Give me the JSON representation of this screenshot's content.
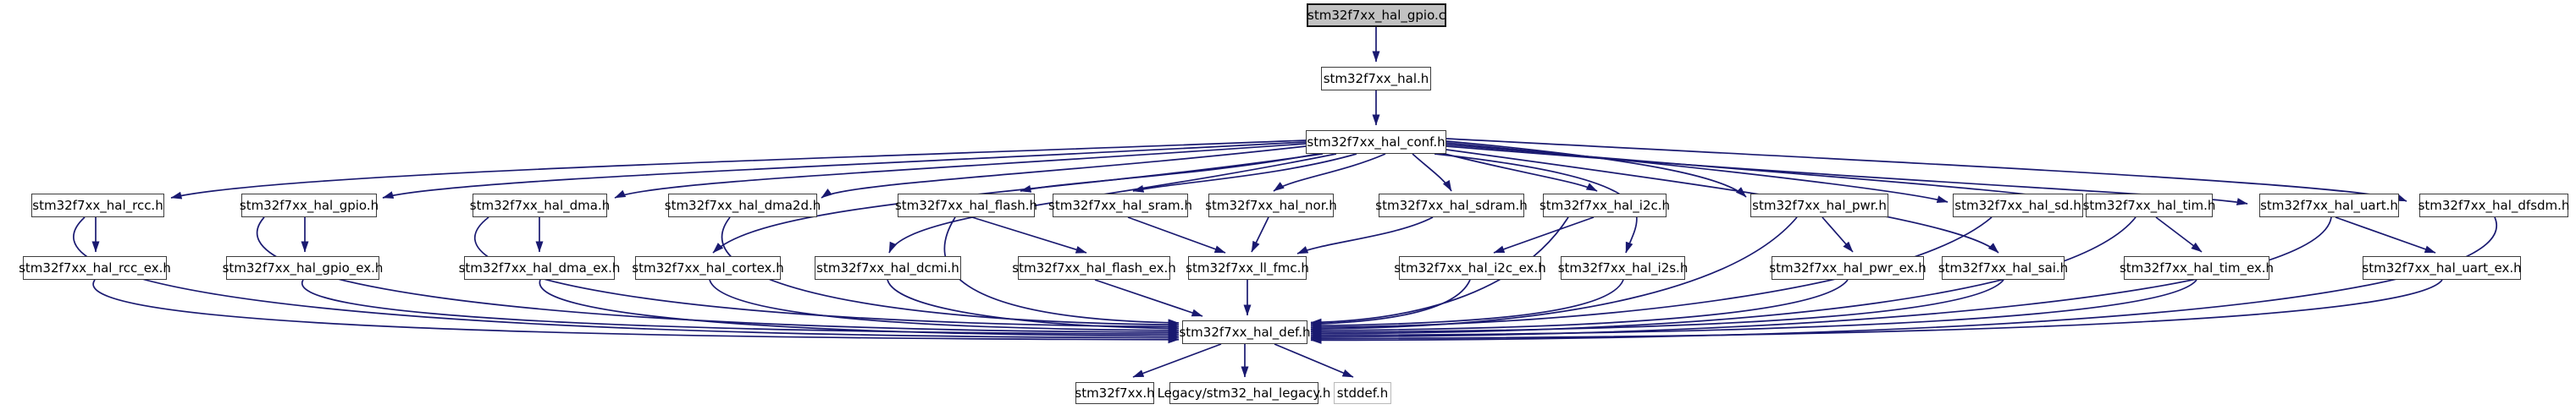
{
  "diagram": {
    "kind": "include-dependency-graph",
    "colors": {
      "edge": "#191970",
      "node_fill": "#ffffff",
      "node_border": "#3d3d3d",
      "root_fill": "#c2c2c2",
      "system_node_border": "#b9b9b9",
      "text": "#000000",
      "background": "#ffffff"
    }
  },
  "nodes": {
    "root": "stm32f7xx_hal_gpio.c",
    "hal": "stm32f7xx_hal.h",
    "conf": "stm32f7xx_hal_conf.h",
    "rcc": "stm32f7xx_hal_rcc.h",
    "gpio": "stm32f7xx_hal_gpio.h",
    "dma": "stm32f7xx_hal_dma.h",
    "dma2d": "stm32f7xx_hal_dma2d.h",
    "flash": "stm32f7xx_hal_flash.h",
    "sram": "stm32f7xx_hal_sram.h",
    "nor": "stm32f7xx_hal_nor.h",
    "sdram": "stm32f7xx_hal_sdram.h",
    "i2c": "stm32f7xx_hal_i2c.h",
    "pwr": "stm32f7xx_hal_pwr.h",
    "sd": "stm32f7xx_hal_sd.h",
    "tim": "stm32f7xx_hal_tim.h",
    "uart": "stm32f7xx_hal_uart.h",
    "dfsdm": "stm32f7xx_hal_dfsdm.h",
    "rcc_ex": "stm32f7xx_hal_rcc_ex.h",
    "gpio_ex": "stm32f7xx_hal_gpio_ex.h",
    "dma_ex": "stm32f7xx_hal_dma_ex.h",
    "cortex": "stm32f7xx_hal_cortex.h",
    "dcmi": "stm32f7xx_hal_dcmi.h",
    "flash_ex": "stm32f7xx_hal_flash_ex.h",
    "fmc": "stm32f7xx_ll_fmc.h",
    "i2c_ex": "stm32f7xx_hal_i2c_ex.h",
    "i2s": "stm32f7xx_hal_i2s.h",
    "pwr_ex": "stm32f7xx_hal_pwr_ex.h",
    "sai": "stm32f7xx_hal_sai.h",
    "tim_ex": "stm32f7xx_hal_tim_ex.h",
    "uart_ex": "stm32f7xx_hal_uart_ex.h",
    "def": "stm32f7xx_hal_def.h",
    "mcu": "stm32f7xx.h",
    "legacy": "Legacy/stm32_hal_legacy.h",
    "stddef": "stddef.h"
  }
}
